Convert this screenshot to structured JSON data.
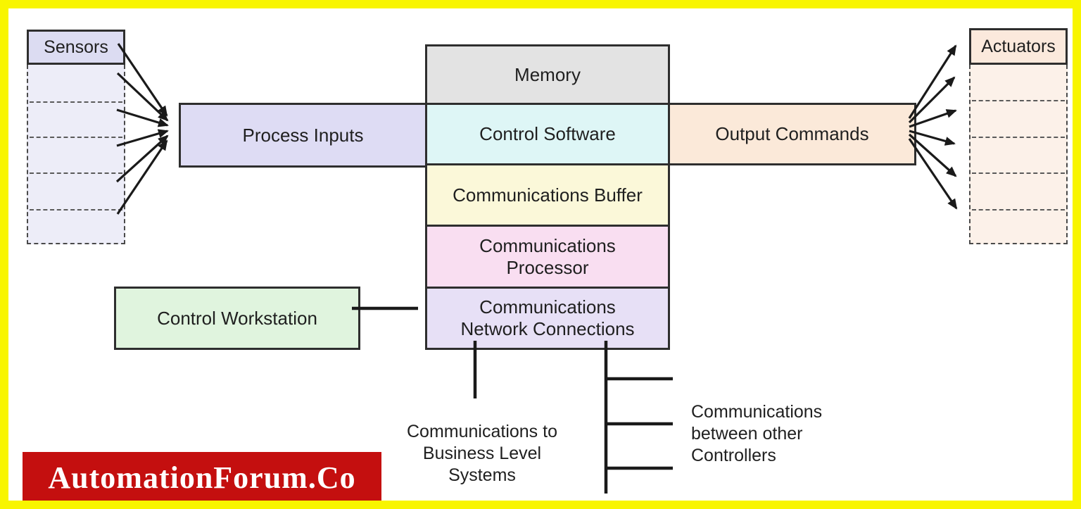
{
  "frame": {
    "border_color": "#f8f500",
    "background": "#ffffff",
    "line_color": "#1a1a1a"
  },
  "sensors": {
    "label": "Sensors",
    "fill": "#dcdcf2",
    "panel_fill": "#ededf8"
  },
  "actuators": {
    "label": "Actuators",
    "fill": "#fbe9dc",
    "panel_fill": "#fcf1e9"
  },
  "process_inputs": {
    "label": "Process Inputs",
    "fill": "#dedcf4"
  },
  "output_commands": {
    "label": "Output Commands",
    "fill": "#fbe9d9"
  },
  "controller_stack": {
    "rows": [
      {
        "label": "Memory",
        "fill": "#e3e3e3"
      },
      {
        "label": "Control Software",
        "fill": "#def6f6"
      },
      {
        "label": "Communications Buffer",
        "fill": "#fbf8d9"
      },
      {
        "label": "Communications\nProcessor",
        "fill": "#f9def1"
      },
      {
        "label": "Communications\nNetwork Connections",
        "fill": "#e7e0f6"
      }
    ]
  },
  "control_workstation": {
    "label": "Control Workstation",
    "fill": "#e0f4de"
  },
  "annotations": {
    "business_systems": "Communications to\nBusiness Level\nSystems",
    "other_controllers": "Communications\nbetween other\nControllers"
  },
  "watermark": {
    "label": "AutomationForum.Co",
    "bg": "#c40f0f",
    "text_color": "#ffffff"
  }
}
